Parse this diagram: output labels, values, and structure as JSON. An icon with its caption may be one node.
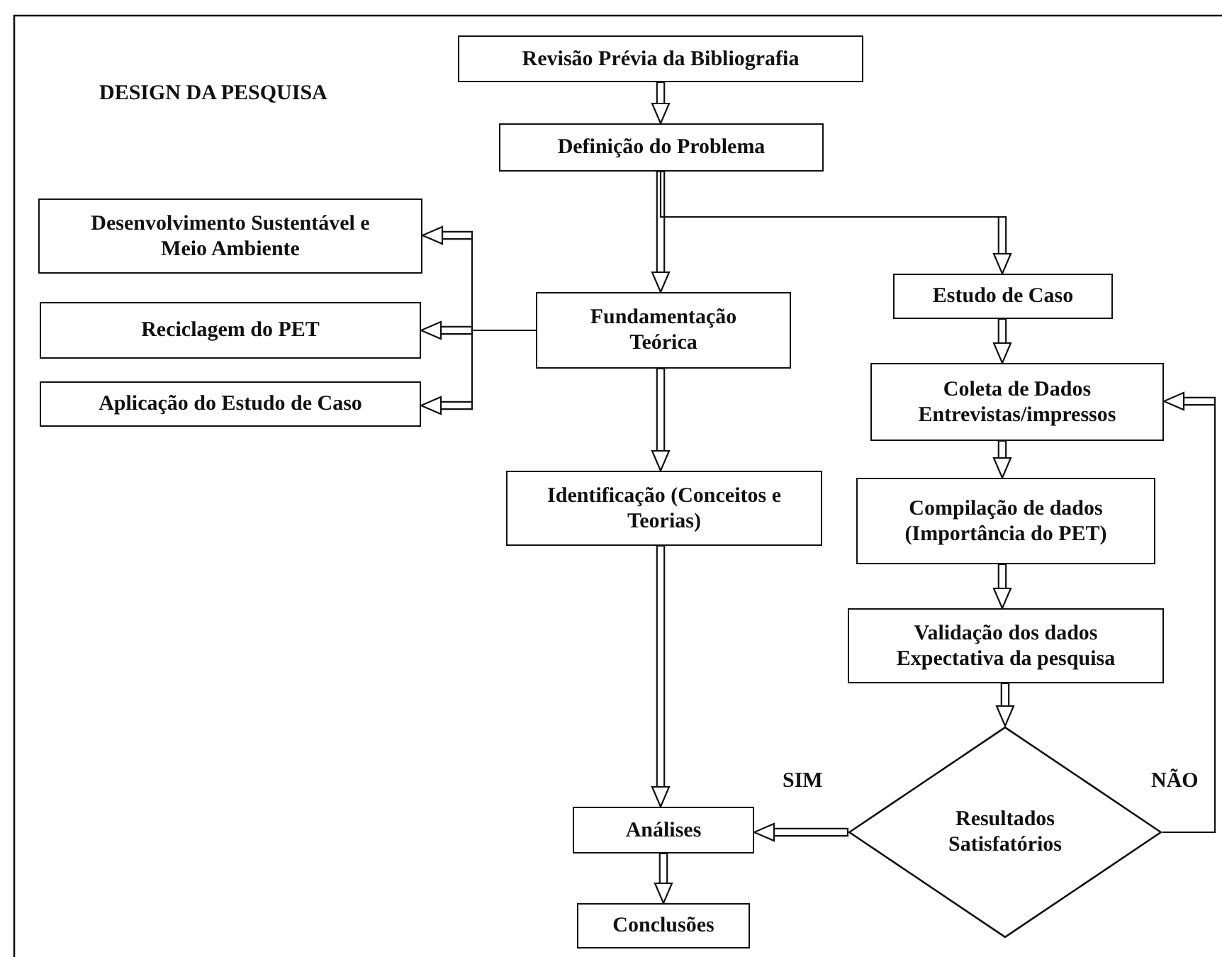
{
  "diagram": {
    "title": "DESIGN DA PESQUISA",
    "nodes": [
      {
        "text": [
          "Revisão Prévia da Bibliografia"
        ]
      },
      {
        "text": [
          "Definição do Problema"
        ]
      },
      {
        "text": [
          "Desenvolvimento Sustentável e Meio Ambiente"
        ]
      },
      {
        "text": [
          "Reciclagem do PET"
        ]
      },
      {
        "text": [
          "Aplicação do Estudo de Caso"
        ]
      },
      {
        "text": [
          "Fundamentação Teórica"
        ]
      },
      {
        "text": [
          "Estudo de Caso"
        ]
      },
      {
        "text": [
          "Coleta de Dados Entrevistas/impressos"
        ]
      },
      {
        "text": [
          "Identificação (Conceitos e Teorias)"
        ]
      },
      {
        "text": [
          "Compilação de dados (Importância do PET)"
        ]
      },
      {
        "text": [
          "Validação dos dados Expectativa da pesquisa"
        ]
      },
      {
        "text": [
          "Resultados Satisfatórios"
        ]
      },
      {
        "text": [
          "Análises"
        ]
      },
      {
        "text": [
          "Conclusões"
        ]
      }
    ],
    "edges": [
      {
        "from": 0,
        "to": 1,
        "arrow": "to"
      },
      {
        "from": 1,
        "to": 5,
        "arrow": "to"
      },
      {
        "from": 1,
        "to": 6,
        "arrow": "to"
      },
      {
        "from": 5,
        "to": 2,
        "arrow": "to"
      },
      {
        "from": 5,
        "to": 3,
        "arrow": "to"
      },
      {
        "from": 5,
        "to": 4,
        "arrow": "to"
      },
      {
        "from": 5,
        "to": 8,
        "arrow": "to"
      },
      {
        "from": 8,
        "to": 12,
        "arrow": "to"
      },
      {
        "from": 6,
        "to": 7,
        "arrow": "to"
      },
      {
        "from": 7,
        "to": 9,
        "arrow": "to"
      },
      {
        "from": 9,
        "to": 10,
        "arrow": "to"
      },
      {
        "from": 10,
        "to": 11,
        "arrow": "to"
      },
      {
        "from": 11,
        "to": 12,
        "arrow": "to",
        "label": "SIM"
      },
      {
        "from": 11,
        "to": 7,
        "arrow": "to",
        "label": "NÃO"
      },
      {
        "from": 12,
        "to": 13,
        "arrow": "to"
      }
    ]
  }
}
